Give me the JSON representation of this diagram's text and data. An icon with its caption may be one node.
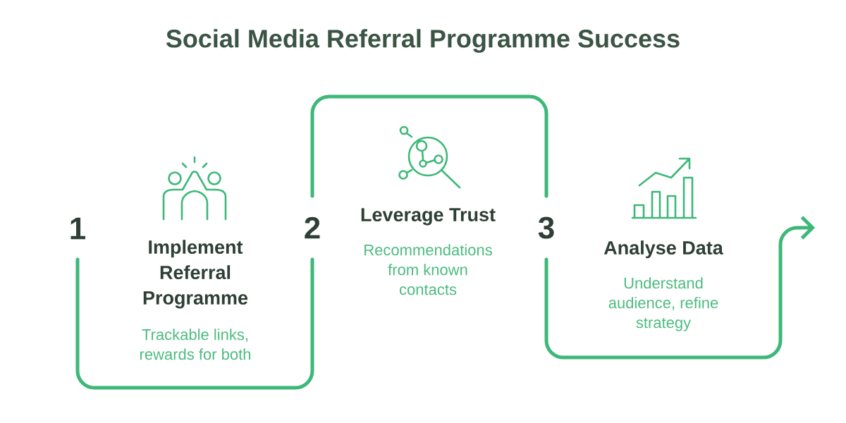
{
  "diagram": {
    "title": "Social Media Referral Programme Success",
    "nodes": [
      {
        "text": [
          "Implement Referral Programme",
          "Trackable links, rewards for both"
        ]
      },
      {
        "text": [
          "Leverage Trust",
          "Recommendations from known contacts"
        ]
      },
      {
        "text": [
          "Analyse Data",
          "Understand audience, refine strategy"
        ]
      }
    ],
    "labels": [
      "1",
      "2",
      "3"
    ]
  }
}
